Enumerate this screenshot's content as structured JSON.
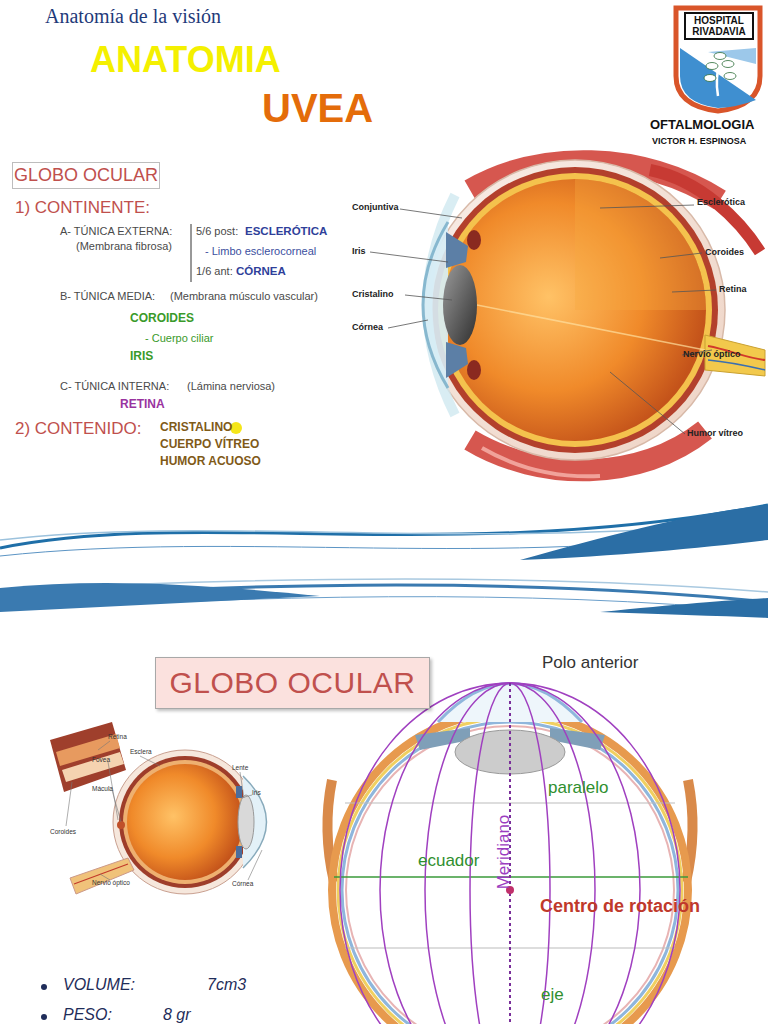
{
  "diagram": {
    "title": "Anatomía de la visión",
    "nodes": [
      {
        "text": [
          "HOSPITAL RIVADAVIA"
        ]
      },
      {
        "text": [
          "GLOBO OCULAR"
        ]
      },
      {
        "text": [
          "GLOBO OCULAR"
        ]
      }
    ],
    "labels": [
      "ANATOMIA",
      "UVEA",
      "OFTALMOLOGIA",
      "VICTOR H. ESPINOSA",
      "1) CONTINENTE:",
      "A- TÚNICA EXTERNA:",
      "(Membrana fibrosa)",
      "5/6 post:",
      "ESCLERÓTICA",
      "- Limbo esclerocorneal",
      "1/6 ant:",
      "CÓRNEA",
      "B- TÚNICA MEDIA:",
      "(Membrana músculo vascular)",
      "COROIDES",
      "- Cuerpo ciliar",
      "IRIS",
      "C- TÚNICA INTERNA:",
      "(Lámina nerviosa)",
      "RETINA",
      "2) CONTENIDO:",
      "CRISTALINO",
      "CUERPO VÍTREO",
      "HUMOR ACUOSO",
      "Conjuntiva",
      "Iris",
      "Cristalino",
      "Córnea",
      "Esclerótica",
      "Coroides",
      "Retina",
      "Nervio óptico",
      "Humor vítreo",
      "Polo anterior",
      "paralelo",
      "ecuador",
      "Meridiano",
      "Centro de rotación",
      "eje",
      "Retina",
      "Esclera",
      "Fovea",
      "Lente",
      "Iris",
      "Mácula",
      "Coroides",
      "Nervio óptico",
      "Córnea",
      "VOLUME:",
      "7cm3",
      "PESO:",
      "8 gr"
    ]
  }
}
